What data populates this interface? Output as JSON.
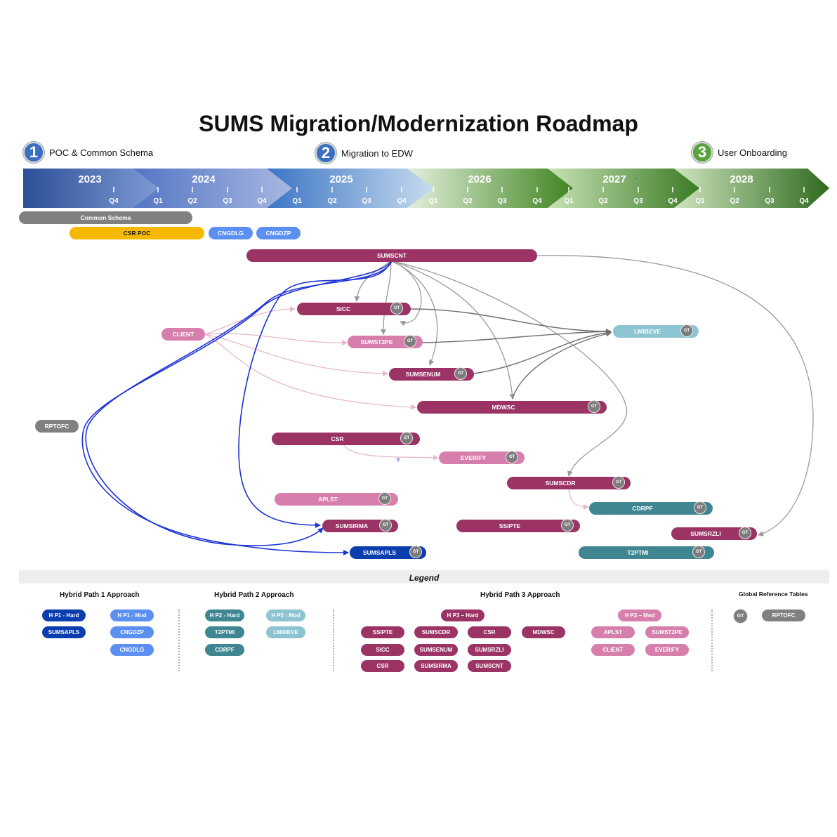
{
  "title": "SUMS Migration/Modernization Roadmap",
  "phases": [
    {
      "num": "1",
      "label": "POC & Common Schema",
      "color": "#3a6ec2"
    },
    {
      "num": "2",
      "label": "Migration to EDW",
      "color": "#3a6ec2"
    },
    {
      "num": "3",
      "label": "User Onboarding",
      "color": "#5aa23c"
    }
  ],
  "timeline": {
    "years": [
      "2023",
      "2024",
      "2025",
      "2026",
      "2027",
      "2028"
    ],
    "quarters": [
      "Q4",
      "Q1",
      "Q2",
      "Q3",
      "Q4",
      "Q1",
      "Q2",
      "Q3",
      "Q4",
      "Q1",
      "Q2",
      "Q3",
      "Q4",
      "Q1",
      "Q2",
      "Q3",
      "Q4",
      "Q1",
      "Q2",
      "Q3",
      "Q4"
    ],
    "dot": "."
  },
  "bars": {
    "common_schema": "Common Schema",
    "csr_poc": "CSR POC",
    "cngdlg": "CNGDLG",
    "cngdzp": "CNGDZP",
    "sumscnt": "SUMSCNT",
    "sicc": "SICC",
    "client": "CLIENT",
    "sumst2pe": "SUMST2PE",
    "lmibeve": "LMIBEVE",
    "sumsenum": "SUMSENUM",
    "mdwsc": "MDWSC",
    "rptofc": "RPTOFC",
    "csr": "CSR",
    "everify": "EVERIFY",
    "sumscdr": "SUMSCDR",
    "aplst": "APLST",
    "cdrpf": "CDRPF",
    "sumsirma": "SUMSIRMA",
    "ssipte": "SSIPTE",
    "sumsrzli": "SUMSRZLI",
    "sumsapls": "SUMSAPLS",
    "t2ptmi": "T2PTMI"
  },
  "gt_label": "GT",
  "zero_label": "0",
  "colors": {
    "hard3": "#9b3365",
    "mod3": "#d77fac",
    "hard1": "#0a3dae",
    "mod1": "#5b8ff0",
    "hard2": "#3f8592",
    "mod2": "#8cc4d2",
    "gray": "#7d7d7d",
    "yellow": "#f6b800"
  },
  "legend": {
    "title": "Legend",
    "hp1": {
      "heading": "Hybrid Path 1 Approach",
      "hard": "H P1 - Hard",
      "mod": "H P1 - Mod",
      "items": [
        "SUMSAPLS",
        "CNGDZP",
        "CNGDLG"
      ]
    },
    "hp2": {
      "heading": "Hybrid Path 2 Approach",
      "hard": "H P2 - Hard",
      "mod": "H P2 - Mod",
      "items": [
        "T2PTMI",
        "LMIBEVE",
        "CDRPF"
      ]
    },
    "hp3": {
      "heading": "Hybrid Path 3 Approach",
      "hard": "H P3 – Hard",
      "mod": "H P3 – Mod",
      "hard_items": [
        "SSIPTE",
        "SUMSCDR",
        "CSR",
        "MDWSC",
        "SICC",
        "SUMSENUM",
        "SUMSRZLI",
        "CSR",
        "SUMSIRMA",
        "SUMSCNT"
      ],
      "mod_items": [
        "APLST",
        "SUMST2PE",
        "CLIENT",
        "EVERIFY"
      ]
    },
    "grt": {
      "heading": "Global Reference Tables",
      "gt": "GT",
      "rptofc": "RPTOFC"
    }
  }
}
